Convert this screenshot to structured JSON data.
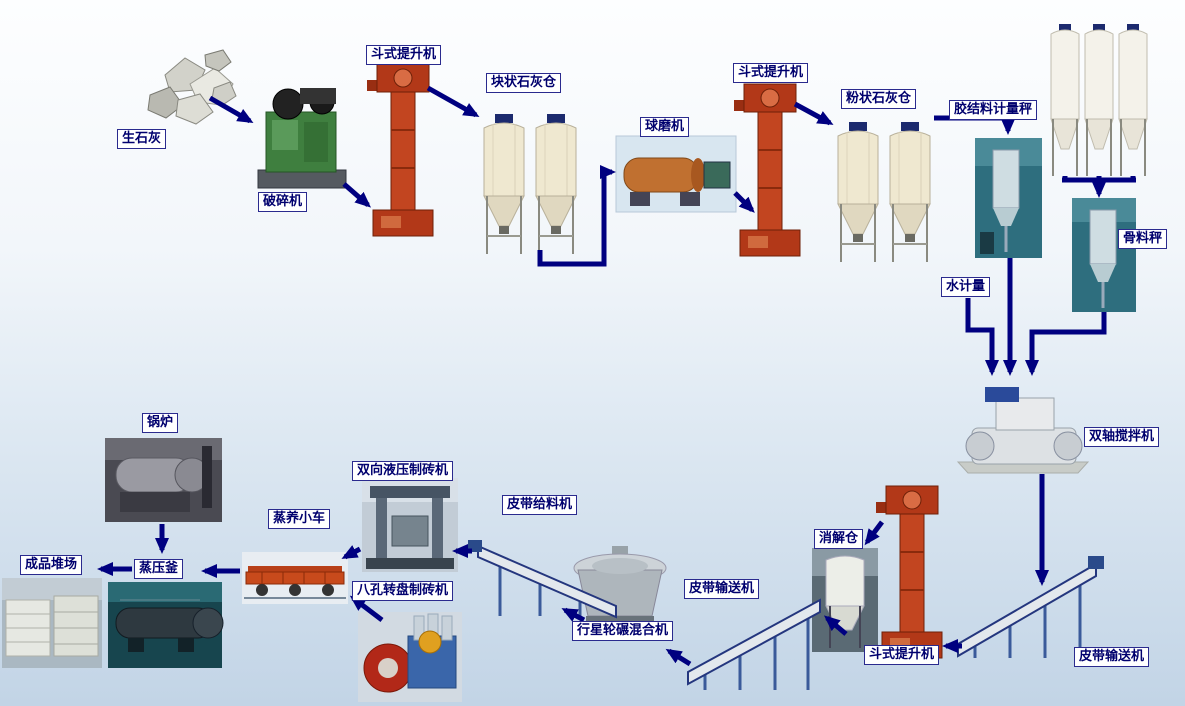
{
  "diagram": {
    "type": "process-flow",
    "subject": "sand-lime brick production line flow",
    "language": "zh-CN",
    "labels": {
      "quicklime": "生石灰",
      "crusher": "破碎机",
      "bucket_elevator_1": "斗式提升机",
      "lump_lime_silo": "块状石灰仓",
      "ball_mill": "球磨机",
      "bucket_elevator_2": "斗式提升机",
      "powder_lime_silo": "粉状石灰仓",
      "binder_metering_scale": "胶结料计量秤",
      "aggregate_scale": "骨料秤",
      "water_metering": "水计量",
      "twin_shaft_mixer": "双轴搅拌机",
      "belt_conveyor_1": "皮带输送机",
      "bucket_elevator_3": "斗式提升机",
      "digestion_silo": "消解仓",
      "belt_conveyor_2": "皮带输送机",
      "planetary_wheel_mixer": "行星轮碾混合机",
      "belt_feeder": "皮带给料机",
      "hydraulic_brick_machine": "双向液压制砖机",
      "rotary_disc_brick_machine": "八孔转盘制砖机",
      "curing_trolley": "蒸养小车",
      "autoclave": "蒸压釜",
      "boiler": "锅炉",
      "product_yard": "成品堆场"
    },
    "colors": {
      "arrow": "#000080",
      "label_text": "#00006e",
      "label_border": "#2a2a8e",
      "label_bg": "#ffffff",
      "bg_top": "#fdfeff",
      "bg_bottom": "#c2d4e6"
    }
  }
}
